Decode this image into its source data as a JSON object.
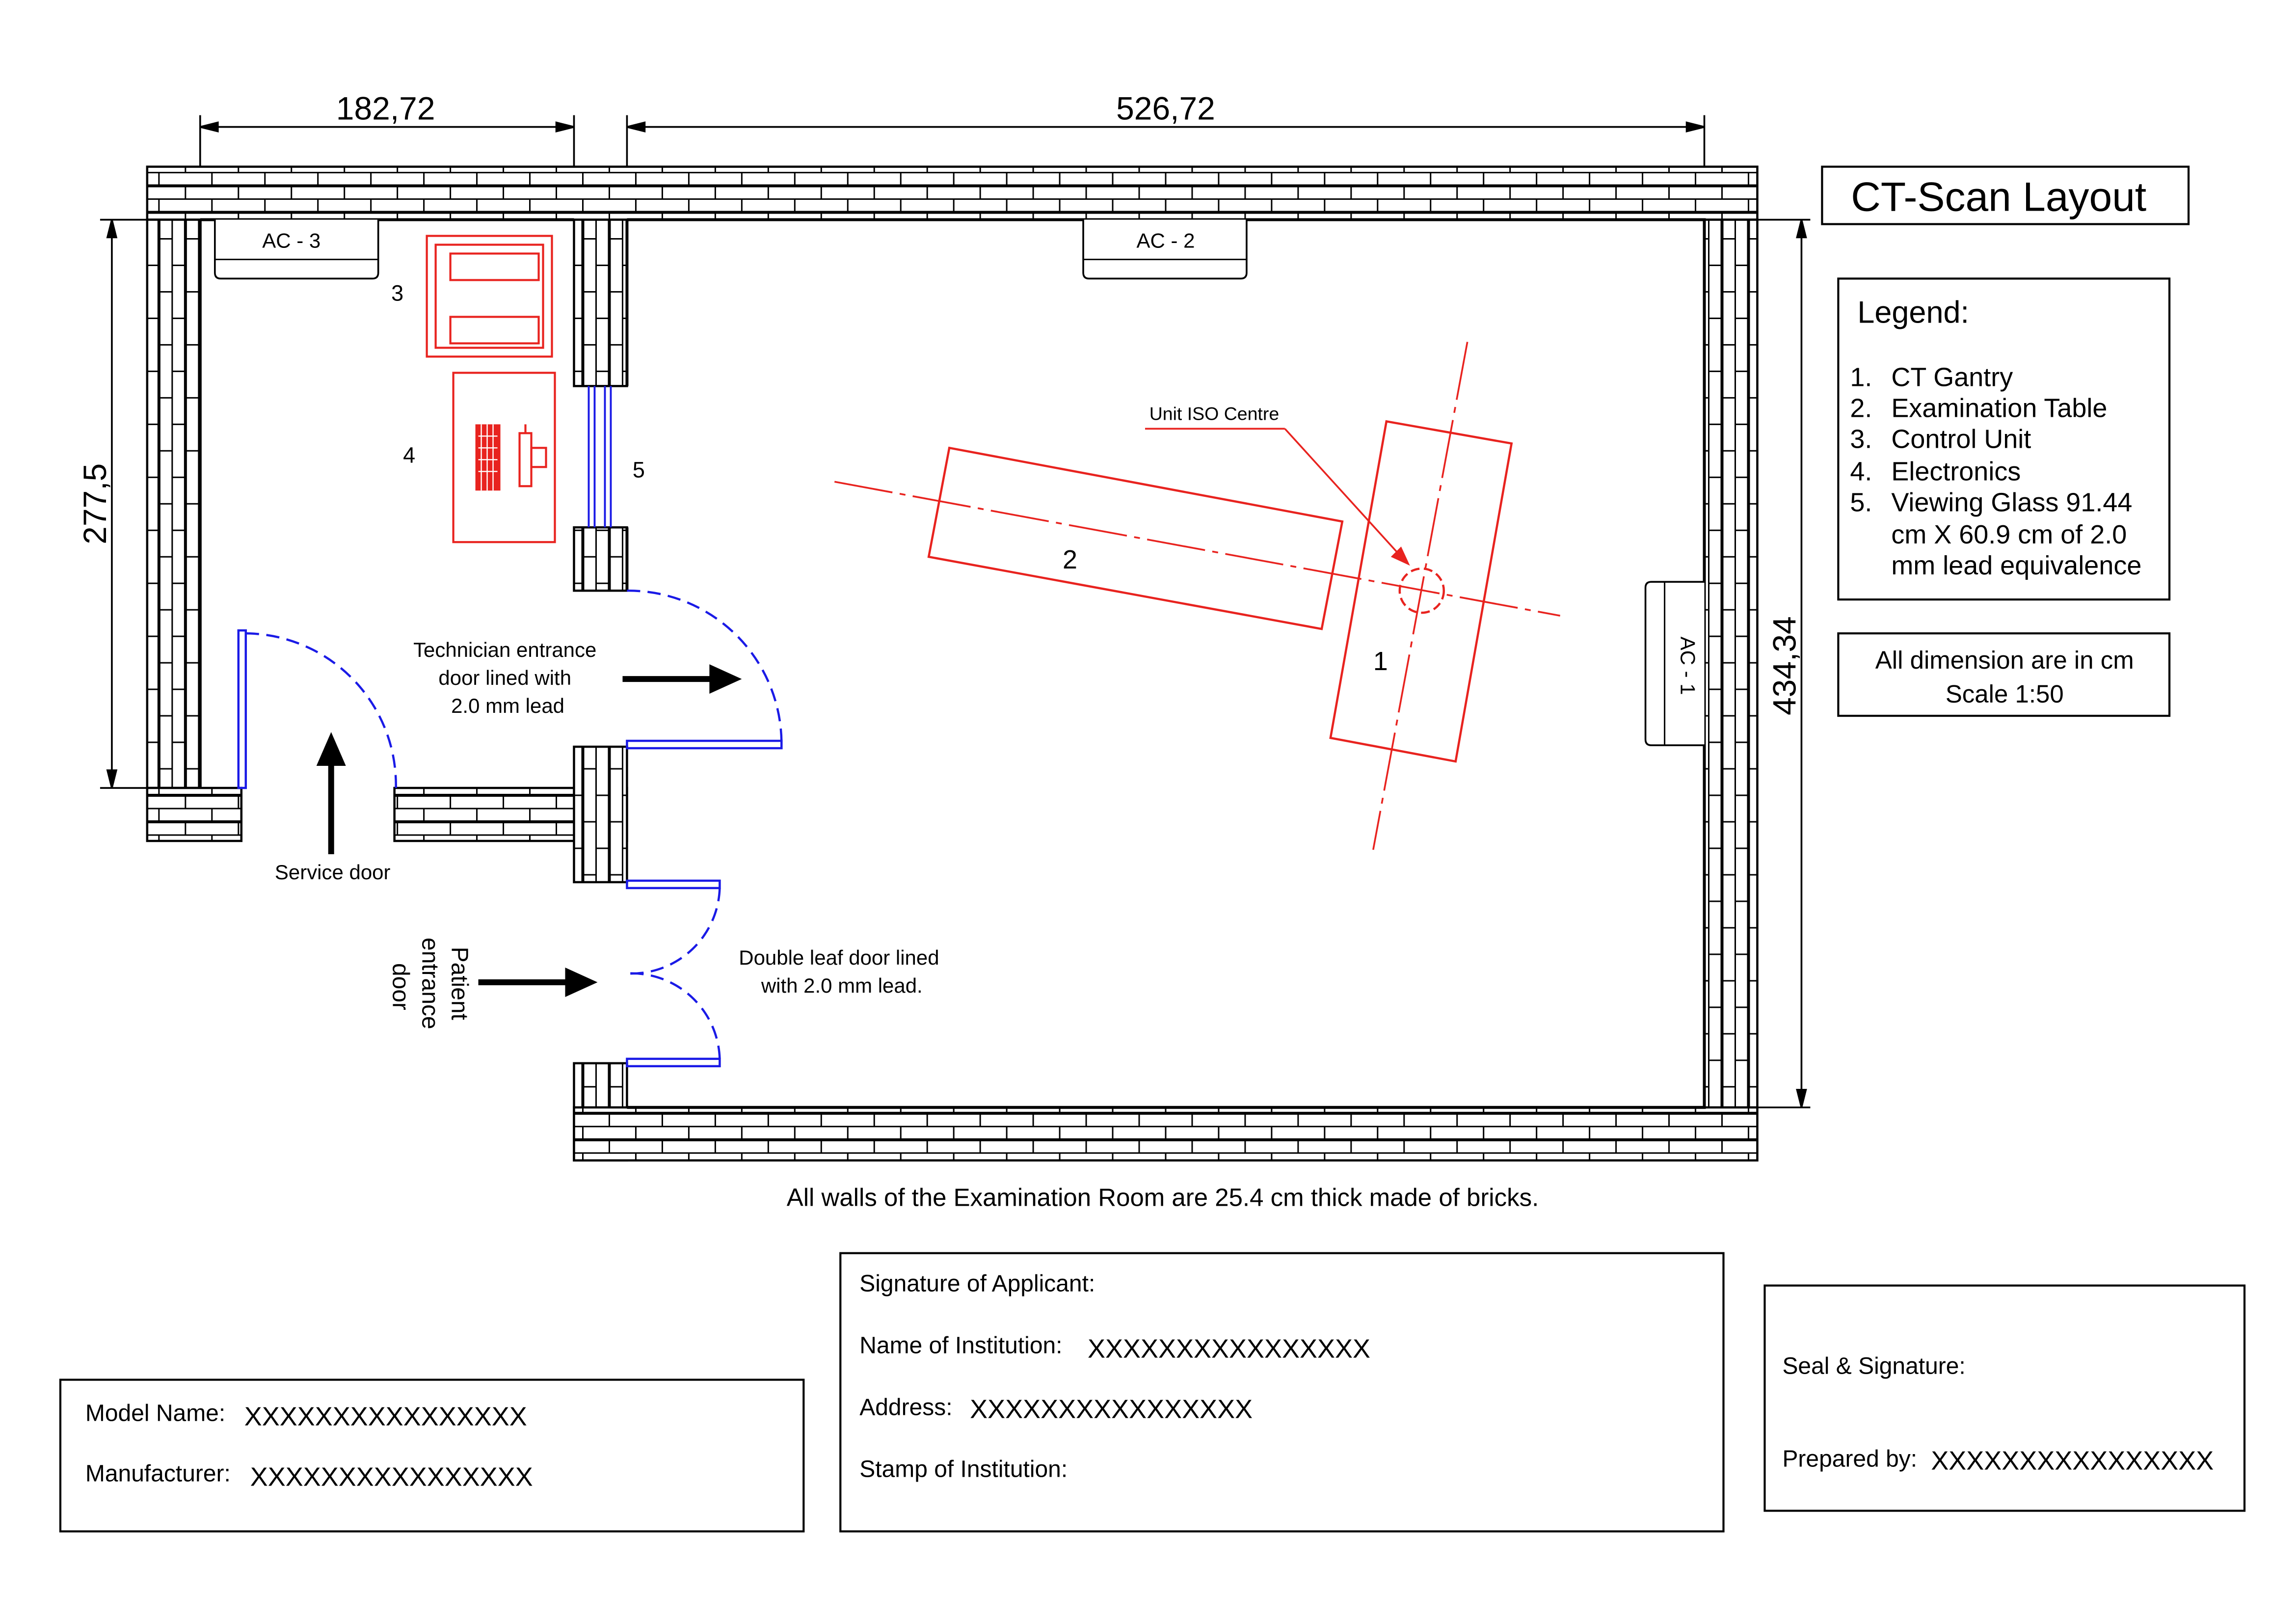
{
  "colors": {
    "ink": "#000000",
    "equipment": "#e8231f",
    "doors": "#1a1ae6",
    "background": "#ffffff"
  },
  "dimensions": {
    "top_left": "182,72",
    "top_right": "526,72",
    "left": "277,5",
    "right": "434,34"
  },
  "title": "CT-Scan Layout",
  "legend": {
    "heading": "Legend:",
    "items": [
      {
        "num": "1.",
        "lines": [
          "CT Gantry"
        ]
      },
      {
        "num": "2.",
        "lines": [
          "Examination Table"
        ]
      },
      {
        "num": "3.",
        "lines": [
          "Control Unit"
        ]
      },
      {
        "num": "4.",
        "lines": [
          "Electronics"
        ]
      },
      {
        "num": "5.",
        "lines": [
          "Viewing Glass 91.44",
          "cm X 60.9 cm of 2.0",
          "mm lead equivalence"
        ]
      }
    ]
  },
  "units_note": {
    "line1": "All dimension are in cm",
    "line2": "Scale 1:50"
  },
  "ac_units": {
    "ac1": "AC - 1",
    "ac2": "AC - 2",
    "ac3": "AC - 3"
  },
  "markers": {
    "gantry": "1",
    "table": "2",
    "control_unit": "3",
    "electronics": "4",
    "viewing_glass": "5"
  },
  "annotations": {
    "iso_centre": "Unit ISO Centre",
    "technician_door": [
      "Technician entrance",
      "door lined with",
      "2.0 mm lead"
    ],
    "service_door": "Service door",
    "patient_door": [
      "Patient",
      "entrance",
      "door"
    ],
    "double_leaf_door": [
      "Double leaf door lined",
      "with 2.0 mm lead."
    ],
    "walls_note": "All walls of the Examination Room are 25.4 cm thick made of bricks."
  },
  "forms": {
    "model": {
      "model_label": "Model Name:",
      "model_value": "XXXXXXXXXXXXXXXX",
      "manufacturer_label": "Manufacturer:",
      "manufacturer_value": "XXXXXXXXXXXXXXXX"
    },
    "applicant": {
      "signature_label": "Signature of Applicant:",
      "institution_label": "Name of Institution:",
      "institution_value": "XXXXXXXXXXXXXXXX",
      "address_label": "Address:",
      "address_value": "XXXXXXXXXXXXXXXX",
      "stamp_label": "Stamp of Institution:"
    },
    "seal": {
      "seal_label": "Seal & Signature:",
      "prepared_label": "Prepared by:",
      "prepared_value": "XXXXXXXXXXXXXXXX"
    }
  }
}
